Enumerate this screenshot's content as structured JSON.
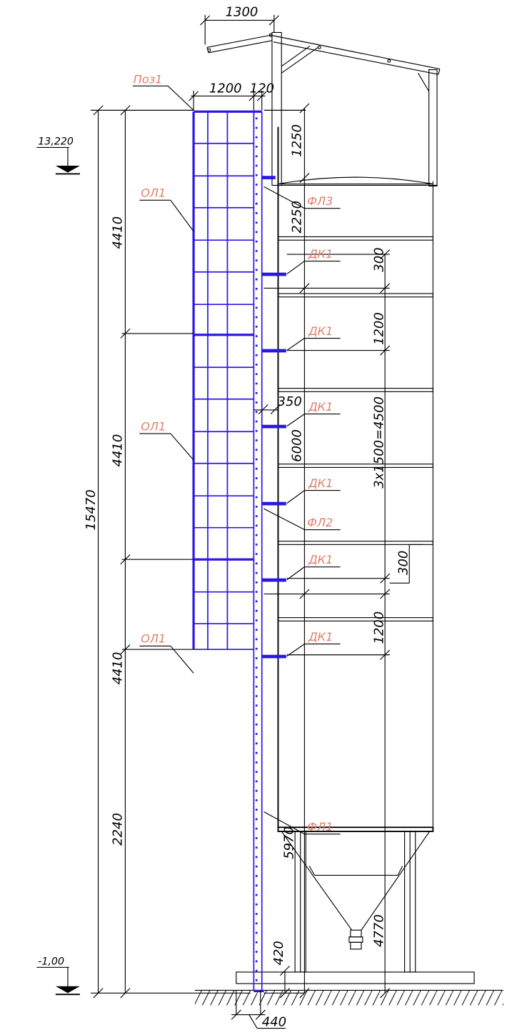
{
  "title": "",
  "colors": {
    "ladder": "#2a17e6",
    "tags": "#e0806a",
    "lines": "#000000"
  },
  "levels": {
    "top": "13,220",
    "bottom": "-1,00"
  },
  "dimensions": {
    "roof_overhang": "1300",
    "ladder_width": "1200",
    "ladder_offset": "120",
    "roof_height": "1250",
    "upper_gap": "2250",
    "bracket_gap_1": "300",
    "bracket_gap_2": "1200",
    "ladder_standoff": "350",
    "barrel_height": "6000",
    "ring_spacing": "3x1500=4500",
    "bracket_gap_3": "300",
    "bracket_gap_4": "1200",
    "hopper_height": "5970",
    "support_height": "4770",
    "base_offset": "420",
    "foot_width": "440",
    "overall_height": "15470",
    "cage_section_1": "4410",
    "cage_section_2": "4410",
    "cage_section_3": "4410",
    "bottom_section": "2240"
  },
  "tags": {
    "pos1": "Поз1",
    "ol1_a": "ОЛ1",
    "ol1_b": "ОЛ1",
    "ol1_c": "ОЛ1",
    "fl3": "ФЛ3",
    "fl2": "ФЛ2",
    "fl1": "ФЛ1",
    "dk1_a": "ДК1",
    "dk1_b": "ДК1",
    "dk1_c": "ДК1",
    "dk1_d": "ДК1",
    "dk1_e": "ДК1",
    "dk1_f": "ДК1"
  }
}
